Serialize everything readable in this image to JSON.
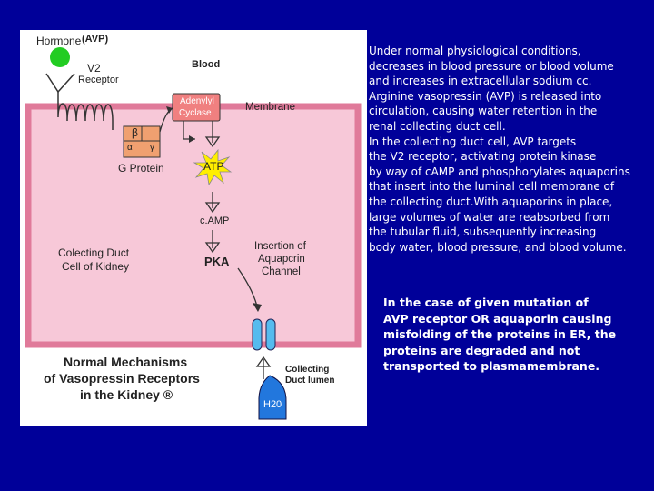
{
  "figure": {
    "hormone_label": "Hormone",
    "hormone_abbrev": "(AVP)",
    "v2_label": "V2",
    "receptor_label": "Receptor",
    "blood_label": "Blood",
    "adenylyl_label": "Adenylyl",
    "cyclase_label": "Cyclase",
    "membrane_label": "Membrane",
    "beta_label": "β",
    "alpha_label": "α",
    "gamma_label": "γ",
    "g_protein_label": "G Protein",
    "atp_label": "ATP",
    "camp_label": "c.AMP",
    "pka_label": "PKA",
    "collecting_duct_label": "Colecting Duct",
    "cell_of_kidney_label": "Cell of Kidney",
    "insertion_label_1": "Insertion of",
    "insertion_label_2": "Aquapcrin",
    "insertion_label_3": "Channel",
    "collecting_lumen_1": "Collecting",
    "collecting_lumen_2": "Duct lumen",
    "h2o_label": "H20",
    "caption_line_1": "Normal Mechanisms",
    "caption_line_2": "of Vasopressin Receptors",
    "caption_line_3": "in the Kidney ®"
  },
  "text_panel": {
    "lines": [
      "Under normal physiological conditions,",
      "decreases in blood pressure or blood volume",
      "and increases in extracellular sodium cc.",
      "Arginine vasopressin (AVP) is released into",
      "circulation, causing water retention in the",
      "renal collecting duct cell.",
      "In the collecting duct cell, AVP targets",
      "the V2 receptor, activating protein kinase",
      "by way of cAMP and phosphorylates aquaporins",
      "that insert into the luminal cell membrane of",
      "the collecting duct.With aquaporins in place,",
      "large volumes of water are reabsorbed from",
      "the tubular fluid, subsequently increasing",
      "body water, blood pressure, and blood volume."
    ]
  },
  "mutation_note": {
    "lines": [
      "In the case of given mutation of",
      "AVP receptor OR aquaporin causing",
      "misfolding of the proteins in ER, the",
      "proteins are degraded and not",
      "transported to plasmamembrane."
    ]
  },
  "colors": {
    "background": "#000099",
    "cell": "#f7c8d8",
    "membrane": "#e07a9a",
    "hormone": "#22cc22",
    "g_protein": "#f0a070",
    "atp_star": "#ffee00",
    "aquaporin": "#55bbee",
    "water_drop": "#2277dd"
  }
}
